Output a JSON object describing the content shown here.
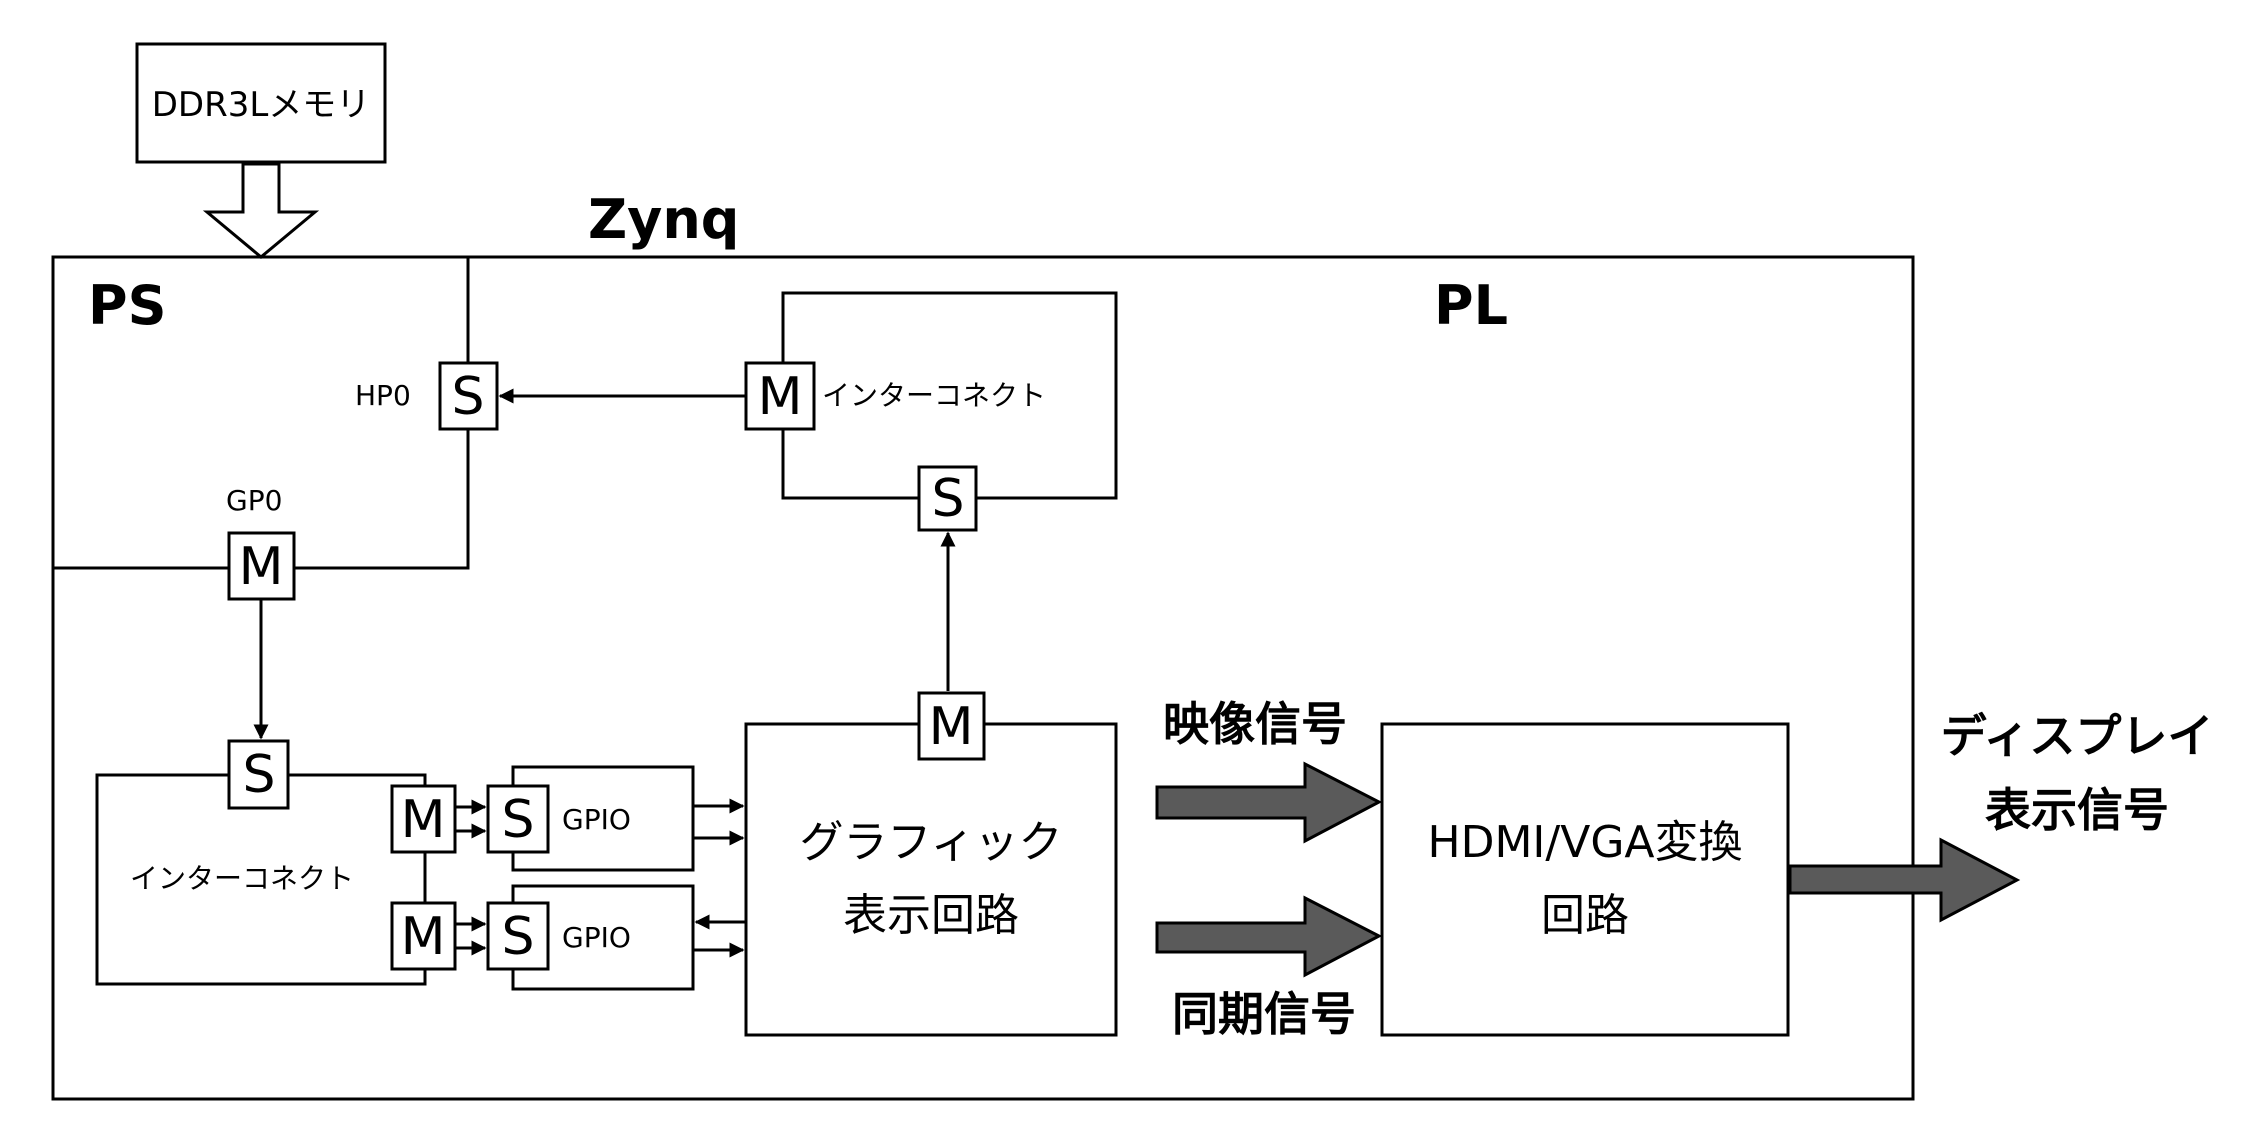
{
  "labels": {
    "memory": "DDR3Lメモリ",
    "zynq": "Zynq",
    "ps": "PS",
    "pl": "PL",
    "hp0": "HP0",
    "gp0": "GP0",
    "interconnect_top": "インターコネクト",
    "interconnect_left": "インターコネクト",
    "gpio_1": "GPIO",
    "gpio_2": "GPIO",
    "graphics_line1": "グラフィック",
    "graphics_line2": "表示回路",
    "hdmi_line1": "HDMI/VGA変換",
    "hdmi_line2": "回路",
    "video_signal": "映像信号",
    "sync_signal": "同期信号",
    "display_line1": "ディスプレイ",
    "display_line2": "表示信号"
  },
  "ports": {
    "slave": "S",
    "master": "M"
  },
  "colors": {
    "bus_arrow": "#5a5a5a",
    "stroke": "#000000",
    "background": "#ffffff"
  }
}
